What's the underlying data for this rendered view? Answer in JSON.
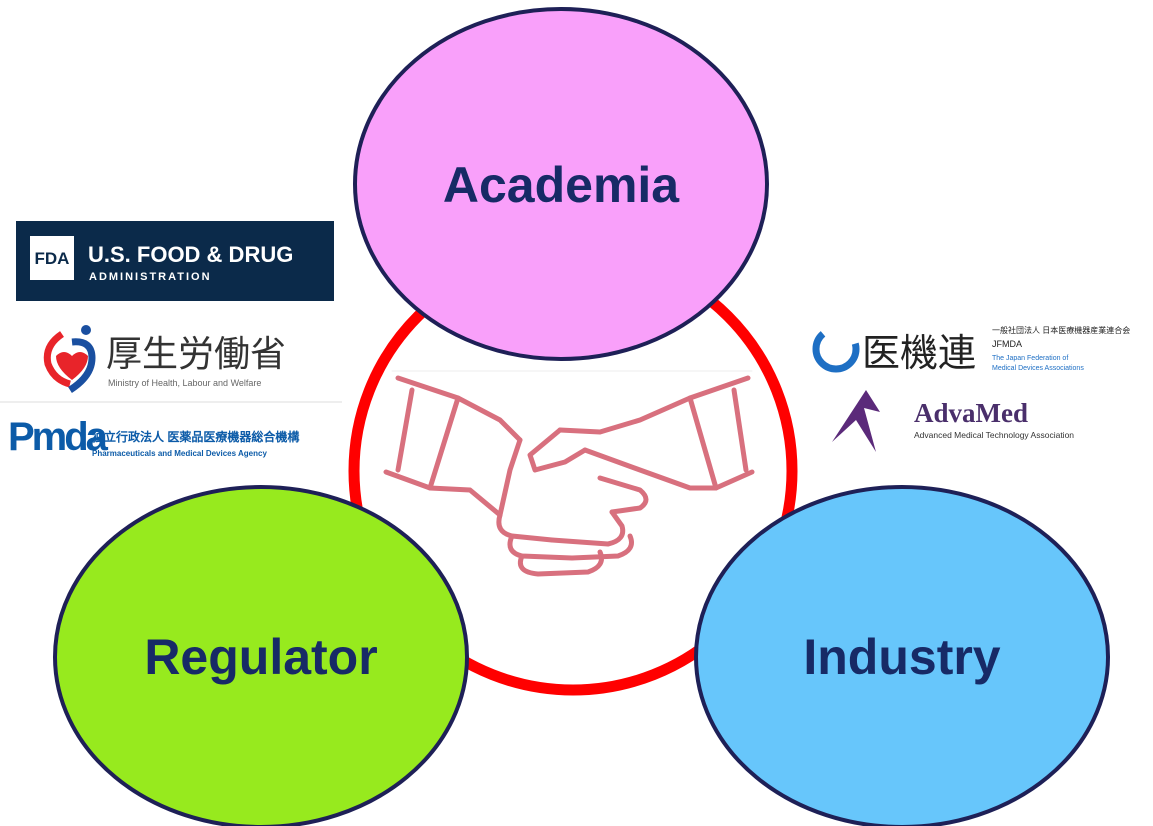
{
  "circles": {
    "academia": {
      "label": "Academia",
      "fill": "#f9a0fa"
    },
    "regulator": {
      "label": "Regulator",
      "fill": "#97ea1e"
    },
    "industry": {
      "label": "Industry",
      "fill": "#67c6fb"
    }
  },
  "ring_color": "#ff0000",
  "outline_color": "#1e2057",
  "logos": {
    "fda": {
      "mark": "FDA",
      "title": "U.S. FOOD & DRUG",
      "subtitle": "ADMINISTRATION",
      "bg": "#0b2a4a"
    },
    "mhlw": {
      "title": "厚生労働省",
      "subtitle": "Ministry of Health, Labour and Welfare"
    },
    "pmda": {
      "mark": "Pmda",
      "title": "独立行政法人 医薬品医療機器総合機構",
      "subtitle": "Pharmaceuticals and Medical Devices Agency",
      "color": "#0c5ba8"
    },
    "jfmda": {
      "title": "医機連",
      "org_jp": "一般社団法人 日本医療機器産業連合会",
      "abbr": "JFMDA",
      "sub1": "The Japan Federation of",
      "sub2": "Medical Devices Associations"
    },
    "advamed": {
      "title": "AdvaMed",
      "subtitle": "Advanced Medical Technology Association"
    }
  },
  "icons": {
    "center": "handshake-icon"
  }
}
